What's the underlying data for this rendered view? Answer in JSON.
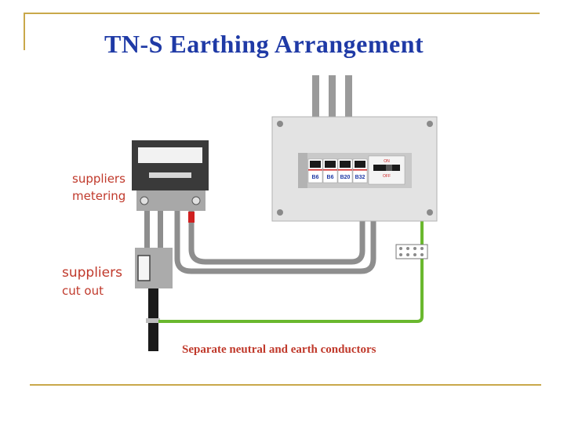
{
  "title": "TN-S Earthing Arrangement",
  "labels": {
    "suppliers_metering_line1": "suppliers",
    "suppliers_metering_line2": "metering",
    "suppliers_cutout_line1": "suppliers",
    "suppliers_cutout_line2": "cut out"
  },
  "caption": "Separate neutral and earth conductors",
  "consumer_unit": {
    "breakers": [
      "B6",
      "B6",
      "B20",
      "B32"
    ],
    "switch_on": "ON",
    "switch_off": "OFF"
  },
  "colors": {
    "title": "#1f3aa6",
    "label": "#c0392b",
    "frame": "#c9a84a",
    "earth_conductor": "#6ab82e",
    "cable": "#8e8e8e"
  }
}
